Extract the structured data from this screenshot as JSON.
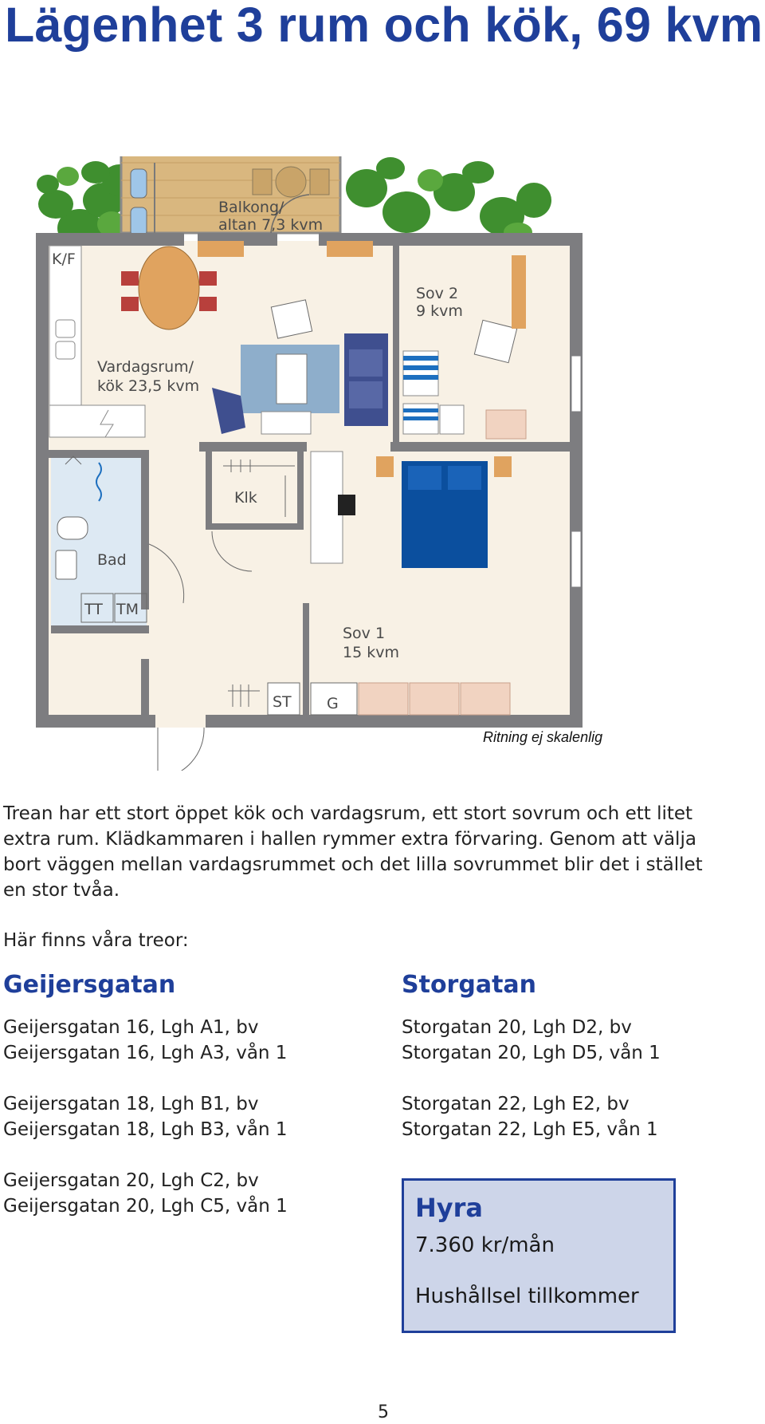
{
  "page_title": "Lägenhet 3 rum och kök, 69 kvm",
  "floorplan": {
    "rooms": {
      "balcony_line1": "Balkong/",
      "balcony_line2": "altan 7,3 kvm",
      "kf": "K/F",
      "living_line1": "Vardagsrum/",
      "living_line2": "kök 23,5 kvm",
      "sov2_line1": "Sov 2",
      "sov2_line2": "9 kvm",
      "klk": "Klk",
      "bad": "Bad",
      "tt": "TT",
      "tm": "TM",
      "sov1_line1": "Sov 1",
      "sov1_line2": "15 kvm",
      "st": "ST",
      "g": "G"
    },
    "scale_note": "Ritning ej skalenlig"
  },
  "intro_text": "Trean har ett stort öppet kök och vardagsrum, ett stort sovrum och ett litet extra rum. Klädkammaren i hallen rymmer extra förvaring. Genom att välja bort väggen mellan vardagsrummet och det lilla sovrummet blir det i stället en stor tvåa.",
  "lead_text": "Här finns våra treor:",
  "streets": [
    {
      "name": "Geijersgatan",
      "groups": [
        [
          "Geijersgatan 16, Lgh A1, bv",
          "Geijersgatan 16, Lgh A3, vån 1"
        ],
        [
          "Geijersgatan 18, Lgh B1, bv",
          "Geijersgatan 18, Lgh B3, vån 1"
        ],
        [
          "Geijersgatan 20, Lgh C2, bv",
          "Geijersgatan 20, Lgh C5, vån 1"
        ]
      ]
    },
    {
      "name": "Storgatan",
      "groups": [
        [
          "Storgatan 20, Lgh D2, bv",
          "Storgatan 20, Lgh D5, vån 1"
        ],
        [
          "Storgatan 22, Lgh E2, bv",
          "Storgatan 22, Lgh E5, vån 1"
        ]
      ]
    }
  ],
  "rent": {
    "heading": "Hyra",
    "amount": "7.360 kr/mån",
    "note": "Hushållsel tillkommer"
  },
  "page_number": "5",
  "colors": {
    "heading_blue": "#1f3f9a",
    "rent_box_bg": "#cdd5e9",
    "wall_gray": "#7d7d80",
    "bed_blue": "#0b4f9e",
    "sofa_navy": "#3f4f8f",
    "rug_blue": "#8eaecb",
    "table_orange": "#e0a35f",
    "chair_red": "#b8403c",
    "deck_wood": "#d9b77f",
    "plants_green": "#3f8f2f",
    "floor_cream": "#f8f1e5",
    "bath_blue": "#dde9f3"
  }
}
